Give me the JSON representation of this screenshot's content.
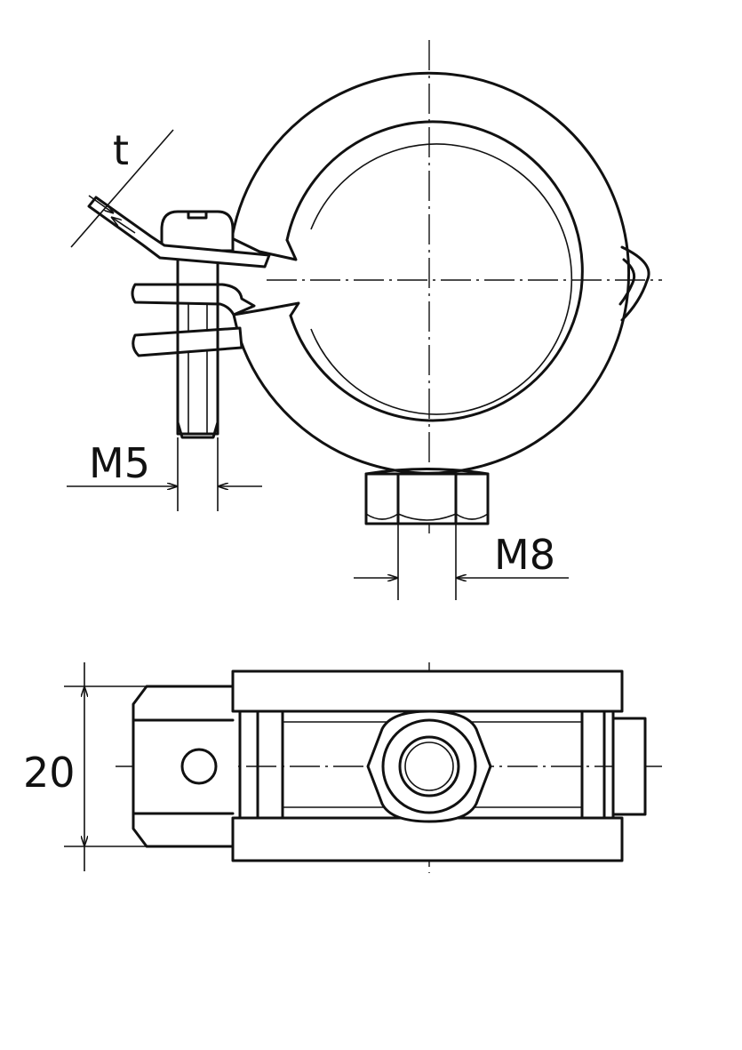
{
  "labels": {
    "thickness": "t",
    "screw_size": "M5",
    "nut_size": "M8",
    "height": "20"
  }
}
